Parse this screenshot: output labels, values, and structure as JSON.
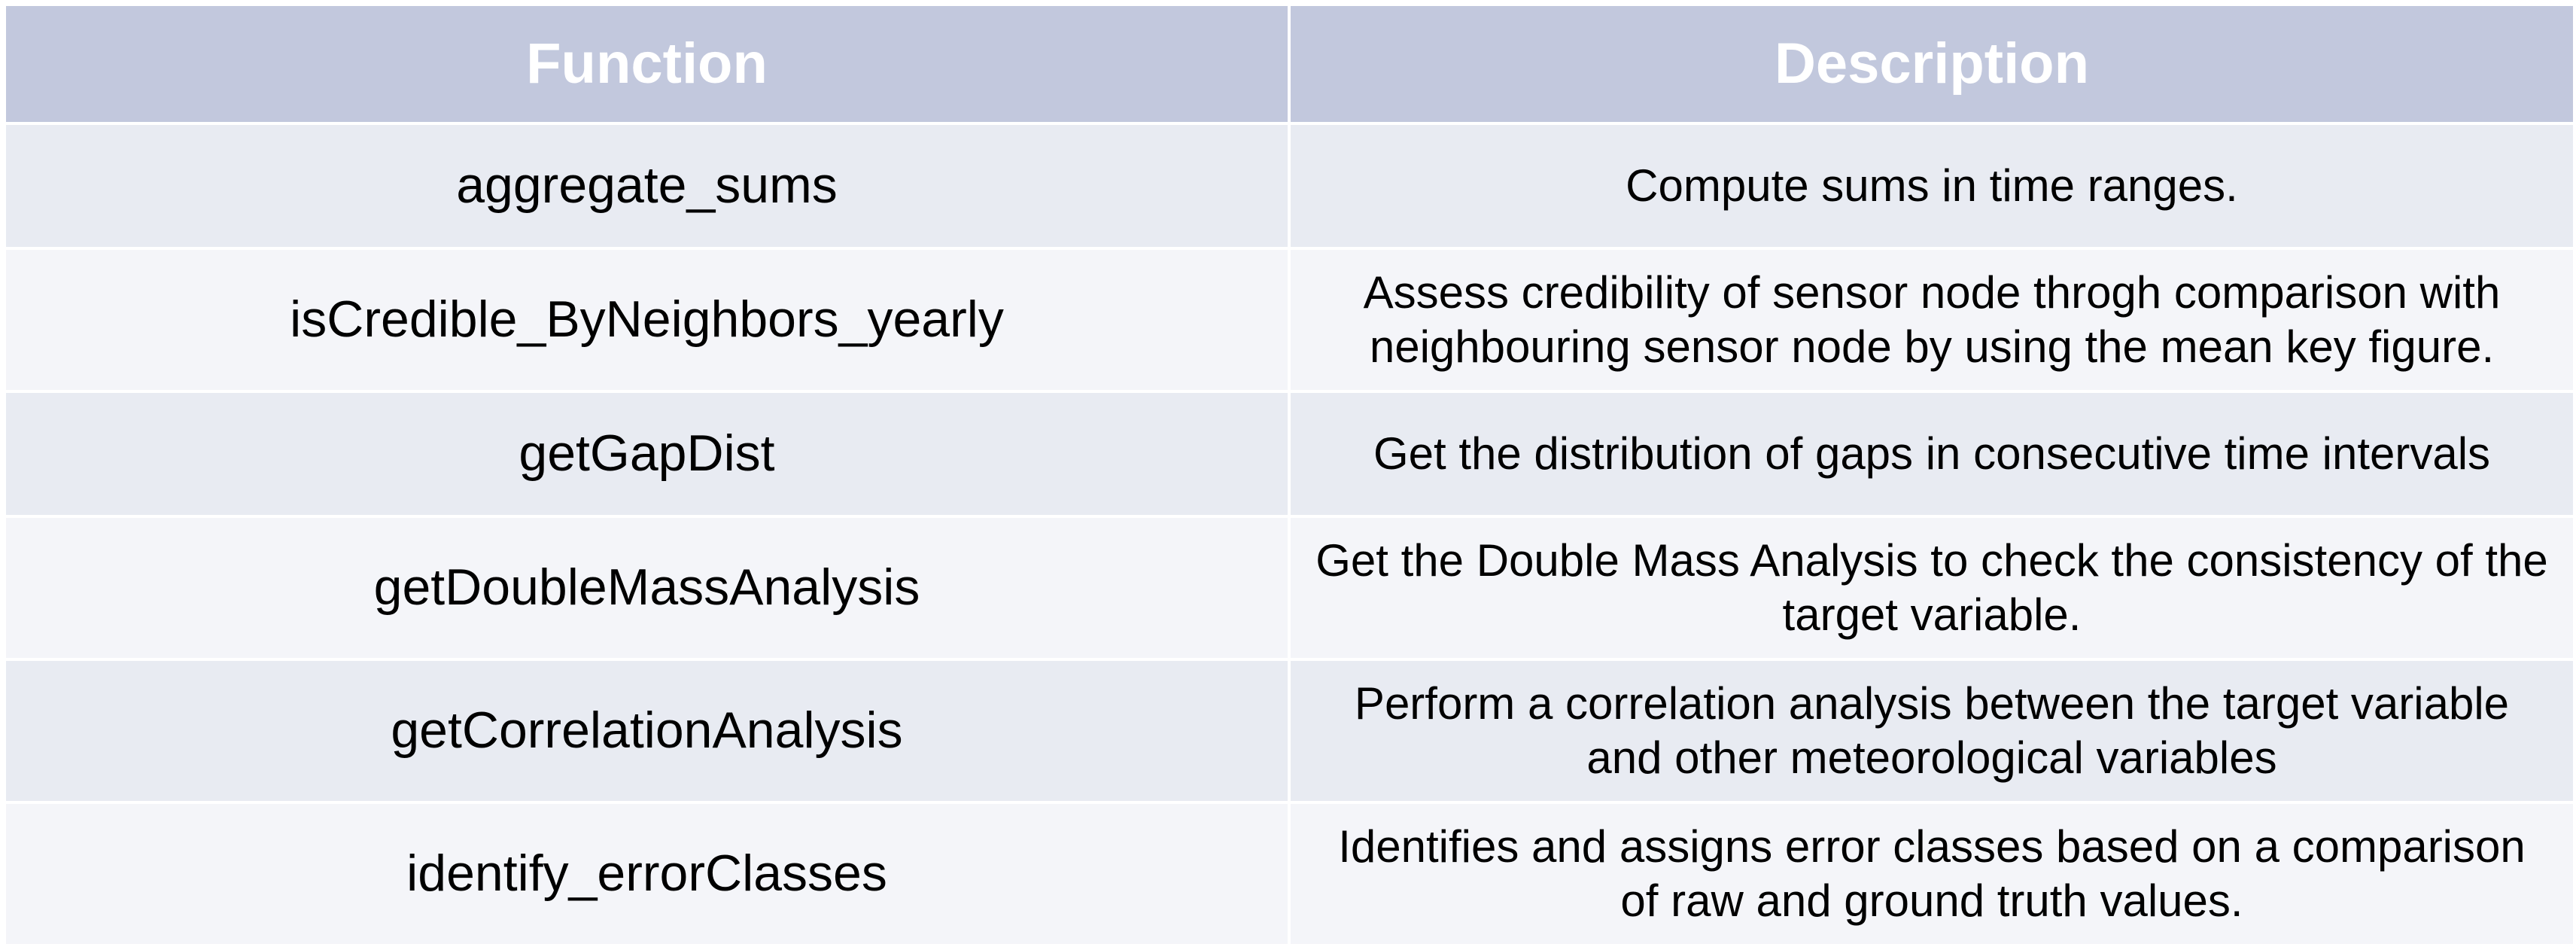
{
  "table": {
    "headers": [
      "Function",
      "Description"
    ],
    "rows": [
      {
        "function": "aggregate_sums",
        "description": "Compute sums in time ranges."
      },
      {
        "function": "isCredible_ByNeighbors_yearly",
        "description": "Assess credibility of sensor node throgh comparison with neighbouring sensor node by using the mean key figure."
      },
      {
        "function": "getGapDist",
        "description": "Get the distribution of gaps in consecutive time intervals"
      },
      {
        "function": "getDoubleMassAnalysis",
        "description": "Get the Double Mass Analysis to check the consistency of the target variable."
      },
      {
        "function": "getCorrelationAnalysis",
        "description": "Perform a correlation analysis between the target variable and other meteorological variables"
      },
      {
        "function": "identify_errorClasses",
        "description": "Identifies and assigns error classes based on a comparison of raw and ground truth values."
      }
    ]
  },
  "colors": {
    "header_bg": "#c2c8dd",
    "row_odd_bg": "#e8ebf2",
    "row_even_bg": "#f4f5f9",
    "border": "#ffffff"
  }
}
